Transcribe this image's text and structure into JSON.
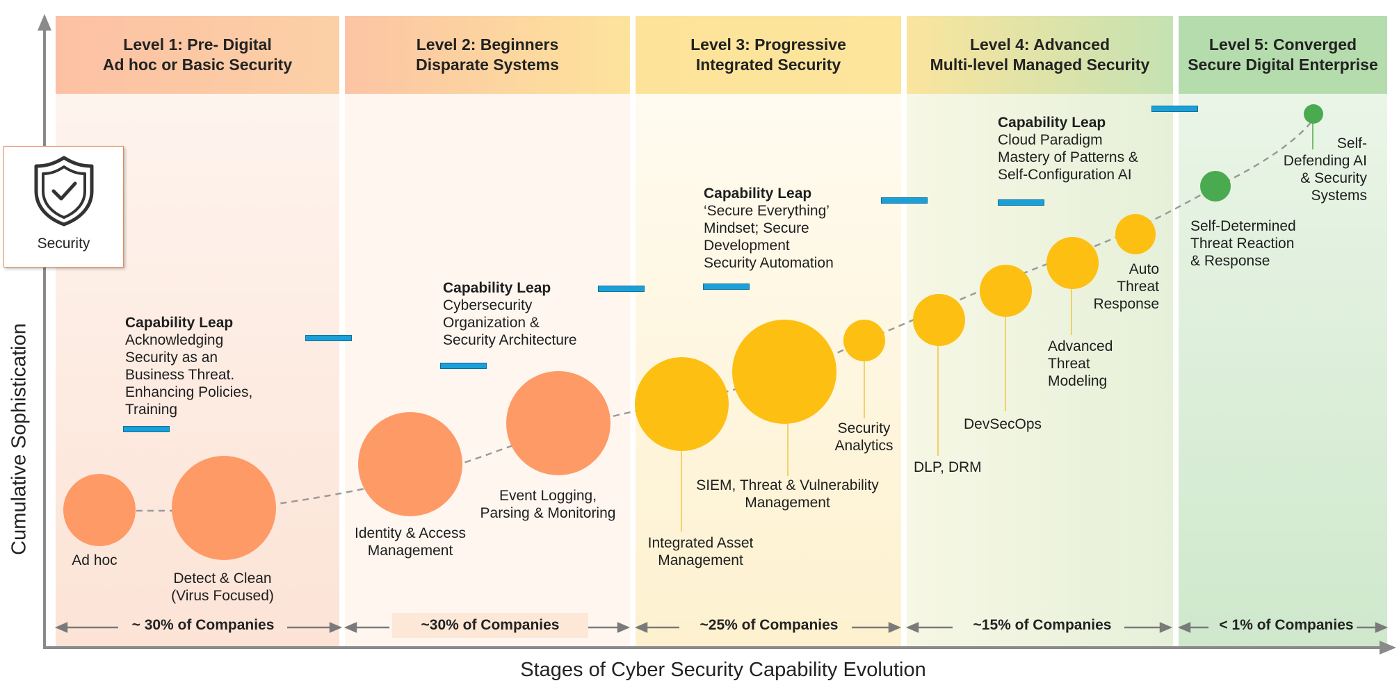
{
  "levels": [
    {
      "title": "Level 1: Pre- Digital",
      "subtitle": "Ad hoc or Basic Security",
      "companies": "~ 30% of Companies",
      "header_color": "#fcc3a0",
      "bg_color": "#fde9de"
    },
    {
      "title": "Level 2: Beginners",
      "subtitle": "Disparate Systems",
      "companies": "~30% of Companies",
      "header_color": "#fdd2a3",
      "bg_color": "#fef5ec"
    },
    {
      "title": "Level 3: Progressive",
      "subtitle": "Integrated Security",
      "companies": "~25% of Companies",
      "header_color": "#fde6a0",
      "bg_color": "#fef8e4"
    },
    {
      "title": "Level 4: Advanced",
      "subtitle": "Multi-level Managed Security",
      "companies": "~15% of Companies",
      "header_color": "#d8e6b5",
      "bg_color": "#eef4e4"
    },
    {
      "title": "Level 5: Converged",
      "subtitle": "Secure Digital Enterprise",
      "companies": "< 1% of Companies",
      "header_color": "#b5dcb0",
      "bg_color": "#d9eed8"
    }
  ],
  "security_card": {
    "label": "Security",
    "icon": "shield-check-icon"
  },
  "axes": {
    "y_label": "Cumulative Sophistication",
    "x_label": "Stages of Cyber Security Capability Evolution"
  },
  "capability_leaps": [
    {
      "title": "Capability Leap",
      "lines": [
        "Acknowledging",
        "Security as an",
        "Business Threat.",
        "Enhancing Policies,",
        "Training"
      ]
    },
    {
      "title": "Capability Leap",
      "lines": [
        "Cybersecurity",
        "Organization &",
        "Security Architecture"
      ]
    },
    {
      "title": "Capability Leap",
      "lines": [
        "‘Secure Everything’",
        "Mindset; Secure",
        "Development",
        "Security Automation"
      ]
    },
    {
      "title": "Capability Leap",
      "lines": [
        "Cloud Paradigm",
        "Mastery of Patterns &",
        "Self-Configuration AI"
      ]
    }
  ],
  "stages": [
    {
      "label": [
        "Ad hoc"
      ],
      "color": "orange"
    },
    {
      "label": [
        "Detect & Clean",
        "(Virus Focused)"
      ],
      "color": "orange"
    },
    {
      "label": [
        "Identity & Access",
        "Management"
      ],
      "color": "orange"
    },
    {
      "label": [
        "Event Logging,",
        "Parsing & Monitoring"
      ],
      "color": "orange"
    },
    {
      "label": [
        "Integrated Asset",
        "Management"
      ],
      "color": "yellow"
    },
    {
      "label": [
        "SIEM, Threat & Vulnerability",
        "Management"
      ],
      "color": "yellow"
    },
    {
      "label": [
        "Security",
        "Analytics"
      ],
      "color": "yellow"
    },
    {
      "label": [
        "DLP, DRM"
      ],
      "color": "yellow"
    },
    {
      "label": [
        "DevSecOps"
      ],
      "color": "yellow"
    },
    {
      "label": [
        "Advanced",
        "Threat",
        "Modeling"
      ],
      "color": "yellow"
    },
    {
      "label": [
        "Auto",
        "Threat",
        "Response"
      ],
      "color": "yellow"
    },
    {
      "label": [
        "Self-Determined",
        "Threat Reaction",
        "& Response"
      ],
      "color": "green"
    },
    {
      "label": [
        "Self-",
        "Defending AI",
        "& Security",
        "Systems"
      ],
      "color": "green"
    }
  ],
  "colors": {
    "orange": "#fe9a66",
    "yellow": "#fdbf12",
    "green": "#4aaa4f",
    "leap_bar": "#1aa0d8",
    "axis": "#8a8a8a",
    "arrow": "#7a7a7a"
  }
}
